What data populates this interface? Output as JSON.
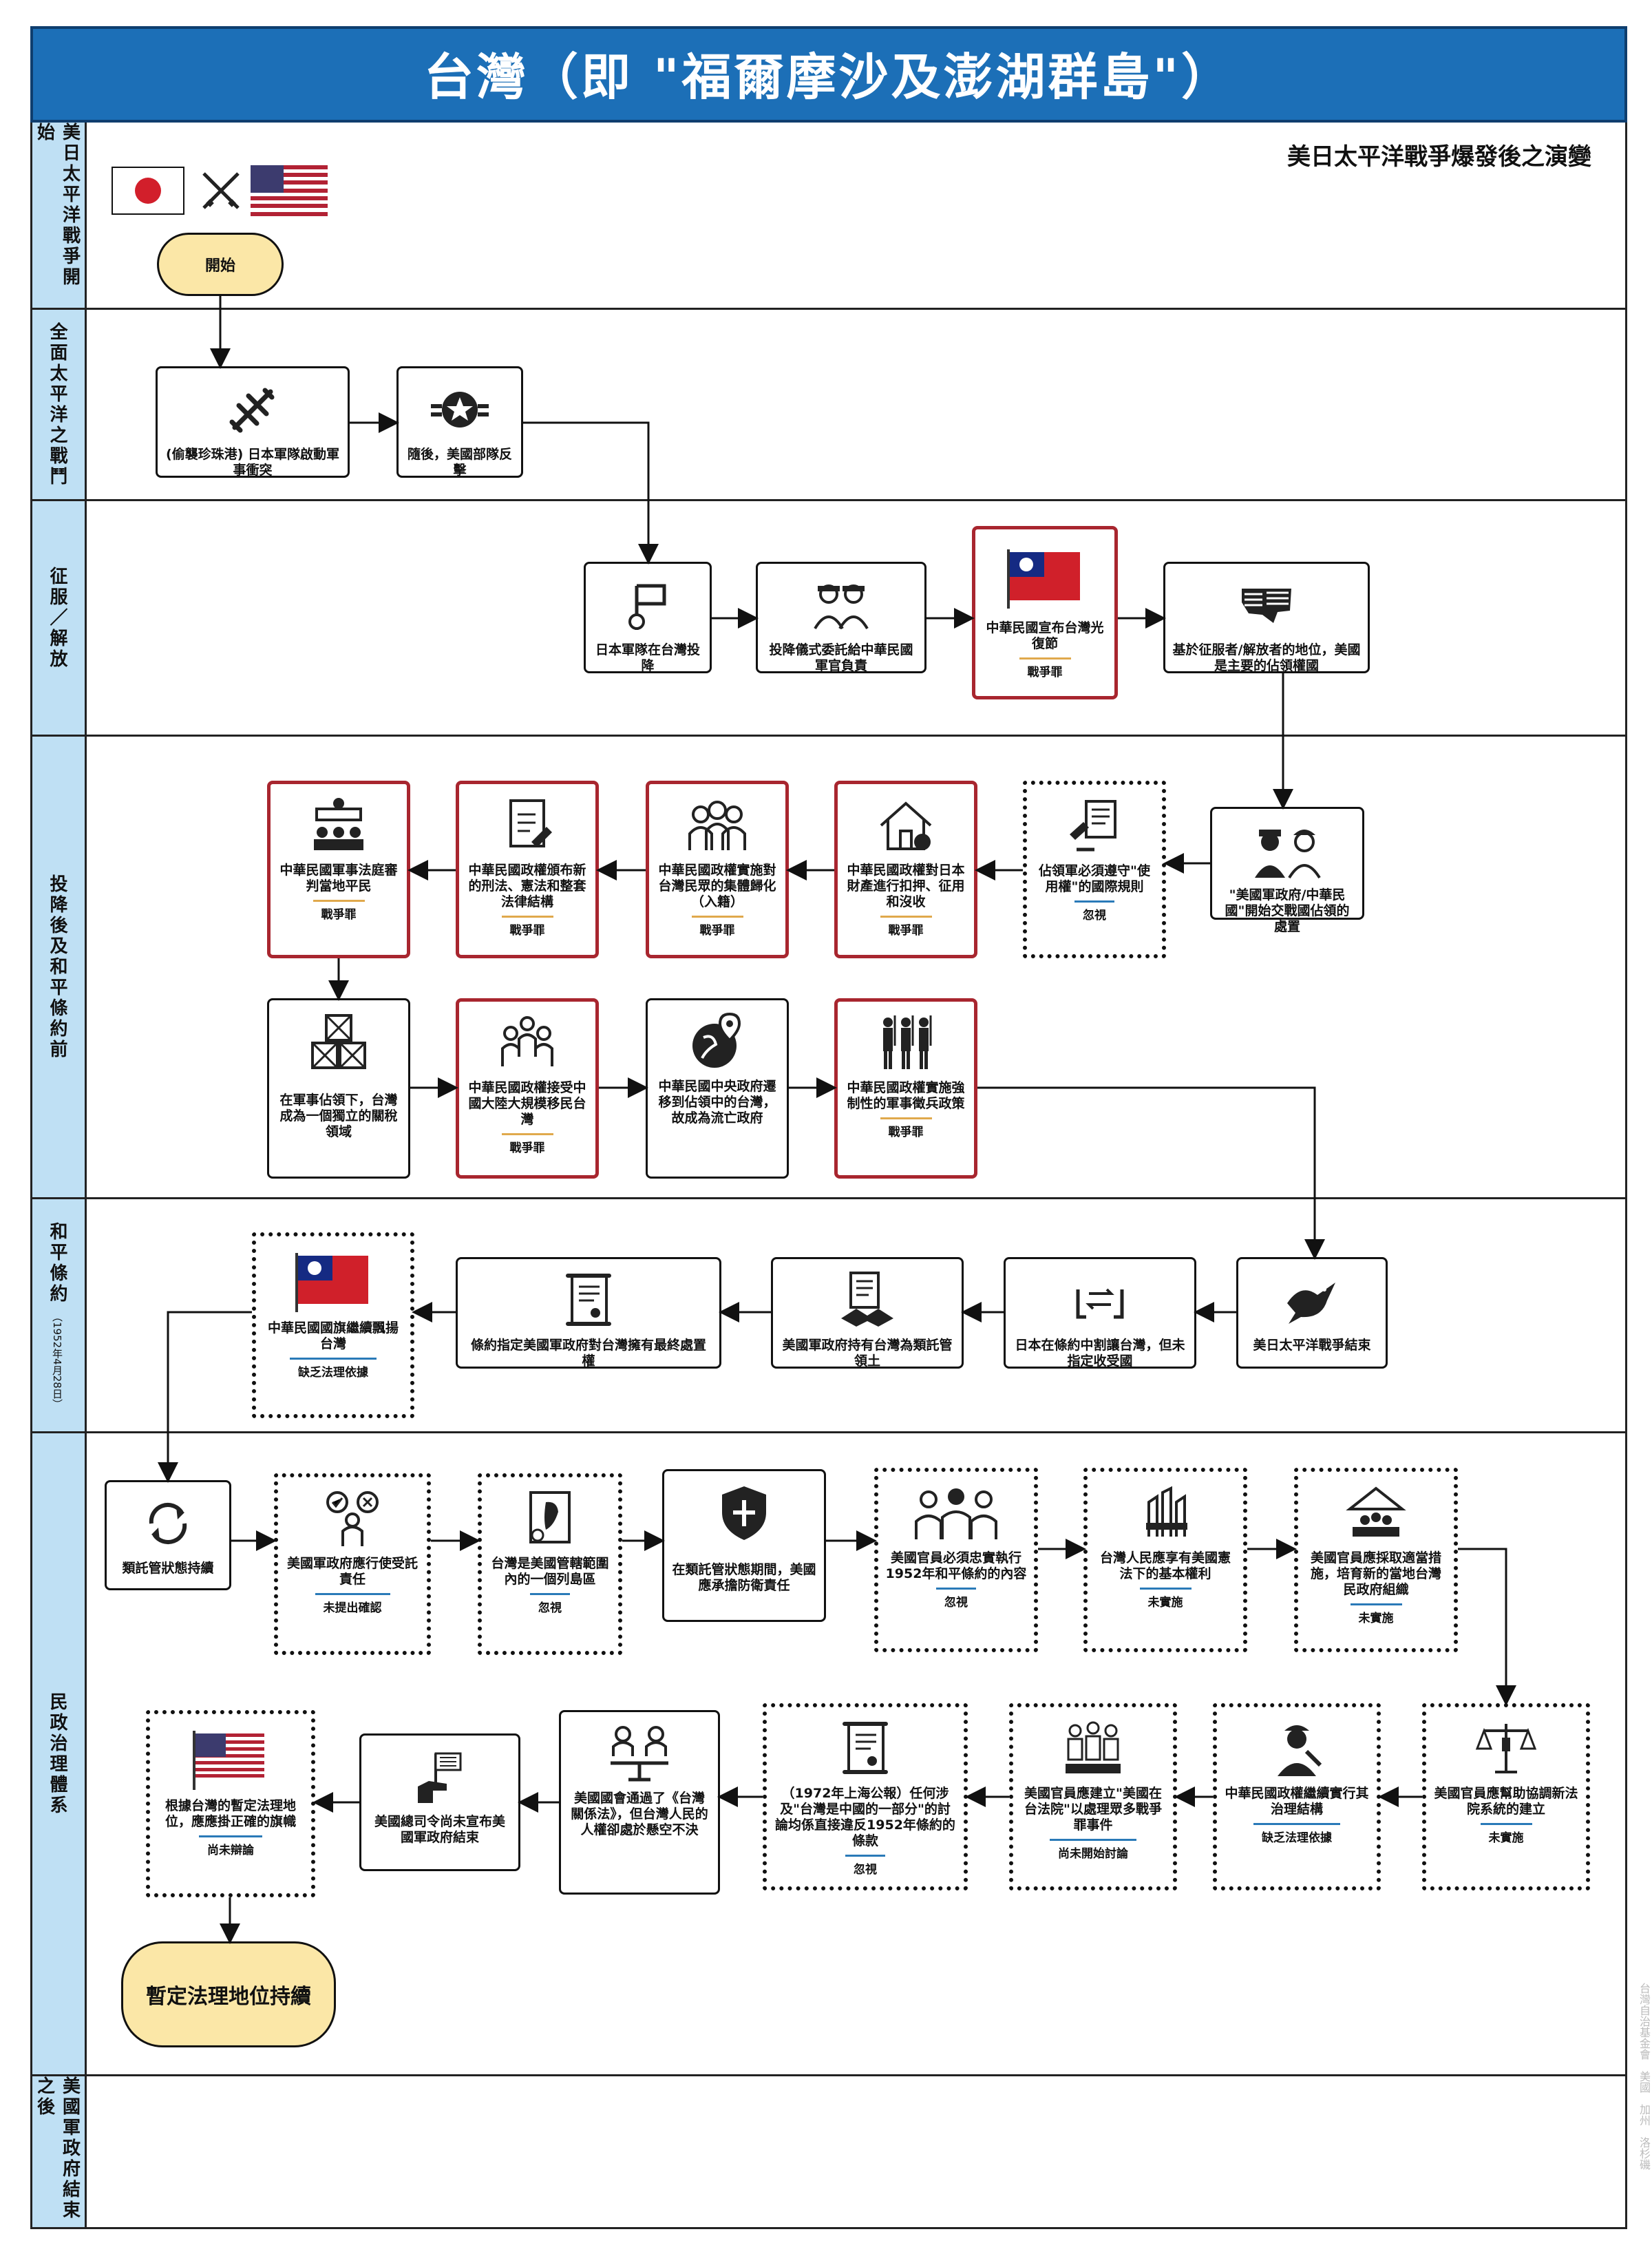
{
  "title": "台灣（即 \"福爾摩沙及澎湖群島\"）",
  "subtitle": "美日太平洋戰爭爆發後之演變",
  "watermark": "台灣自治基金會　美國　加州　洛杉磯",
  "lanes": [
    {
      "label": "美日太平洋戰爭開始"
    },
    {
      "label": "全面太平洋之戰鬥"
    },
    {
      "label": "征服／解放"
    },
    {
      "label": "投降後及和平條約前"
    },
    {
      "label": "和平條約",
      "sub": "（1952年4月28日）"
    },
    {
      "label": "民政治理體系"
    },
    {
      "label": "美國軍政府結束之後"
    }
  ],
  "tags": {
    "crime": "戰爭罪",
    "ignored": "忽視",
    "no_basis": "缺乏法理依據",
    "not_confirmed": "未提出確認",
    "not_implemented": "未實施",
    "not_started": "尚未開始討論",
    "not_discussed": "尚未辯論"
  },
  "start_label": "開始",
  "end_label": "暫定法理地位持續",
  "nodes": {
    "n1": {
      "text": "(偷襲珍珠港) 日本軍隊啟動軍事衝突"
    },
    "n2": {
      "text": "隨後，美國部隊反擊"
    },
    "n3": {
      "text": "日本軍隊在台灣投降"
    },
    "n4": {
      "text": "投降儀式委託給中華民國軍官負責"
    },
    "n5": {
      "text": "中華民國宣布台灣光復節"
    },
    "n6": {
      "text": "基於征服者/解放者的地位，美國是主要的佔領權國"
    },
    "n7": {
      "text": "\"美國軍政府/中華民國\"開始交戰國佔領的處置"
    },
    "n8": {
      "text": "佔領軍必須遵守\"使用權\"的國際規則"
    },
    "n9": {
      "text": "中華民國政權對日本財產進行扣押、征用和沒收"
    },
    "n10": {
      "text": "中華民國政權實施對台灣民眾的集體歸化（入籍）"
    },
    "n11": {
      "text": "中華民國政權頒布新的刑法、憲法和整套法律結構"
    },
    "n12": {
      "text": "中華民國軍事法庭審判當地平民"
    },
    "n13": {
      "text": "在軍事佔領下，台灣成為一個獨立的關稅領域"
    },
    "n14": {
      "text": "中華民國政權接受中國大陸大規模移民台灣"
    },
    "n15": {
      "text": "中華民國中央政府遷移到佔領中的台灣，故成為流亡政府"
    },
    "n16": {
      "text": "中華民國政權實施強制性的軍事徵兵政策"
    },
    "n17": {
      "text": "美日太平洋戰爭結束"
    },
    "n18": {
      "text": "日本在條約中割讓台灣，但未指定收受國"
    },
    "n19": {
      "text": "美國軍政府持有台灣為類託管領土"
    },
    "n20": {
      "text": "條約指定美國軍政府對台灣擁有最終處置權"
    },
    "n21": {
      "text": "中華民國國旗繼續飄揚台灣"
    },
    "n22": {
      "text": "類託管狀態持續"
    },
    "n23": {
      "text": "美國軍政府應行使受託責任"
    },
    "n24": {
      "text": "台灣是美國管轄範圍內的一個列島區"
    },
    "n25": {
      "text": "在類託管狀態期間，美國應承擔防衛責任"
    },
    "n26": {
      "text": "美國官員必須忠實執行1952年和平條約的內容"
    },
    "n27": {
      "text": "台灣人民應享有美國憲法下的基本權利"
    },
    "n28": {
      "text": "美國官員應採取適當措施，培育新的當地台灣民政府組織"
    },
    "n29": {
      "text": "美國官員應幫助協調新法院系統的建立"
    },
    "n30": {
      "text": "中華民國政權繼續實行其治理結構"
    },
    "n31": {
      "text": "美國官員應建立\"美國在台法院\"以處理眾多戰爭罪事件"
    },
    "n32": {
      "text": "（1972年上海公報）任何涉及\"台灣是中國的一部分\"的討論均係直接違反1952年條約的條款"
    },
    "n33": {
      "text": "美國國會通過了《台灣關係法》，但台灣人民的人權卻處於懸空不決"
    },
    "n34": {
      "text": "美國總司令尚未宣布美國軍政府結束"
    },
    "n35": {
      "text": "根據台灣的暫定法理地位，應應掛正確的旗幟"
    }
  },
  "colors": {
    "title_bg": "#1c6fb7",
    "lane_bg": "#bfe0f4",
    "crime_border": "#a8262f",
    "pill_bg": "#fbe7a7",
    "tag_crime": "#e0a94c",
    "tag_dotted": "#2a7ab8"
  }
}
